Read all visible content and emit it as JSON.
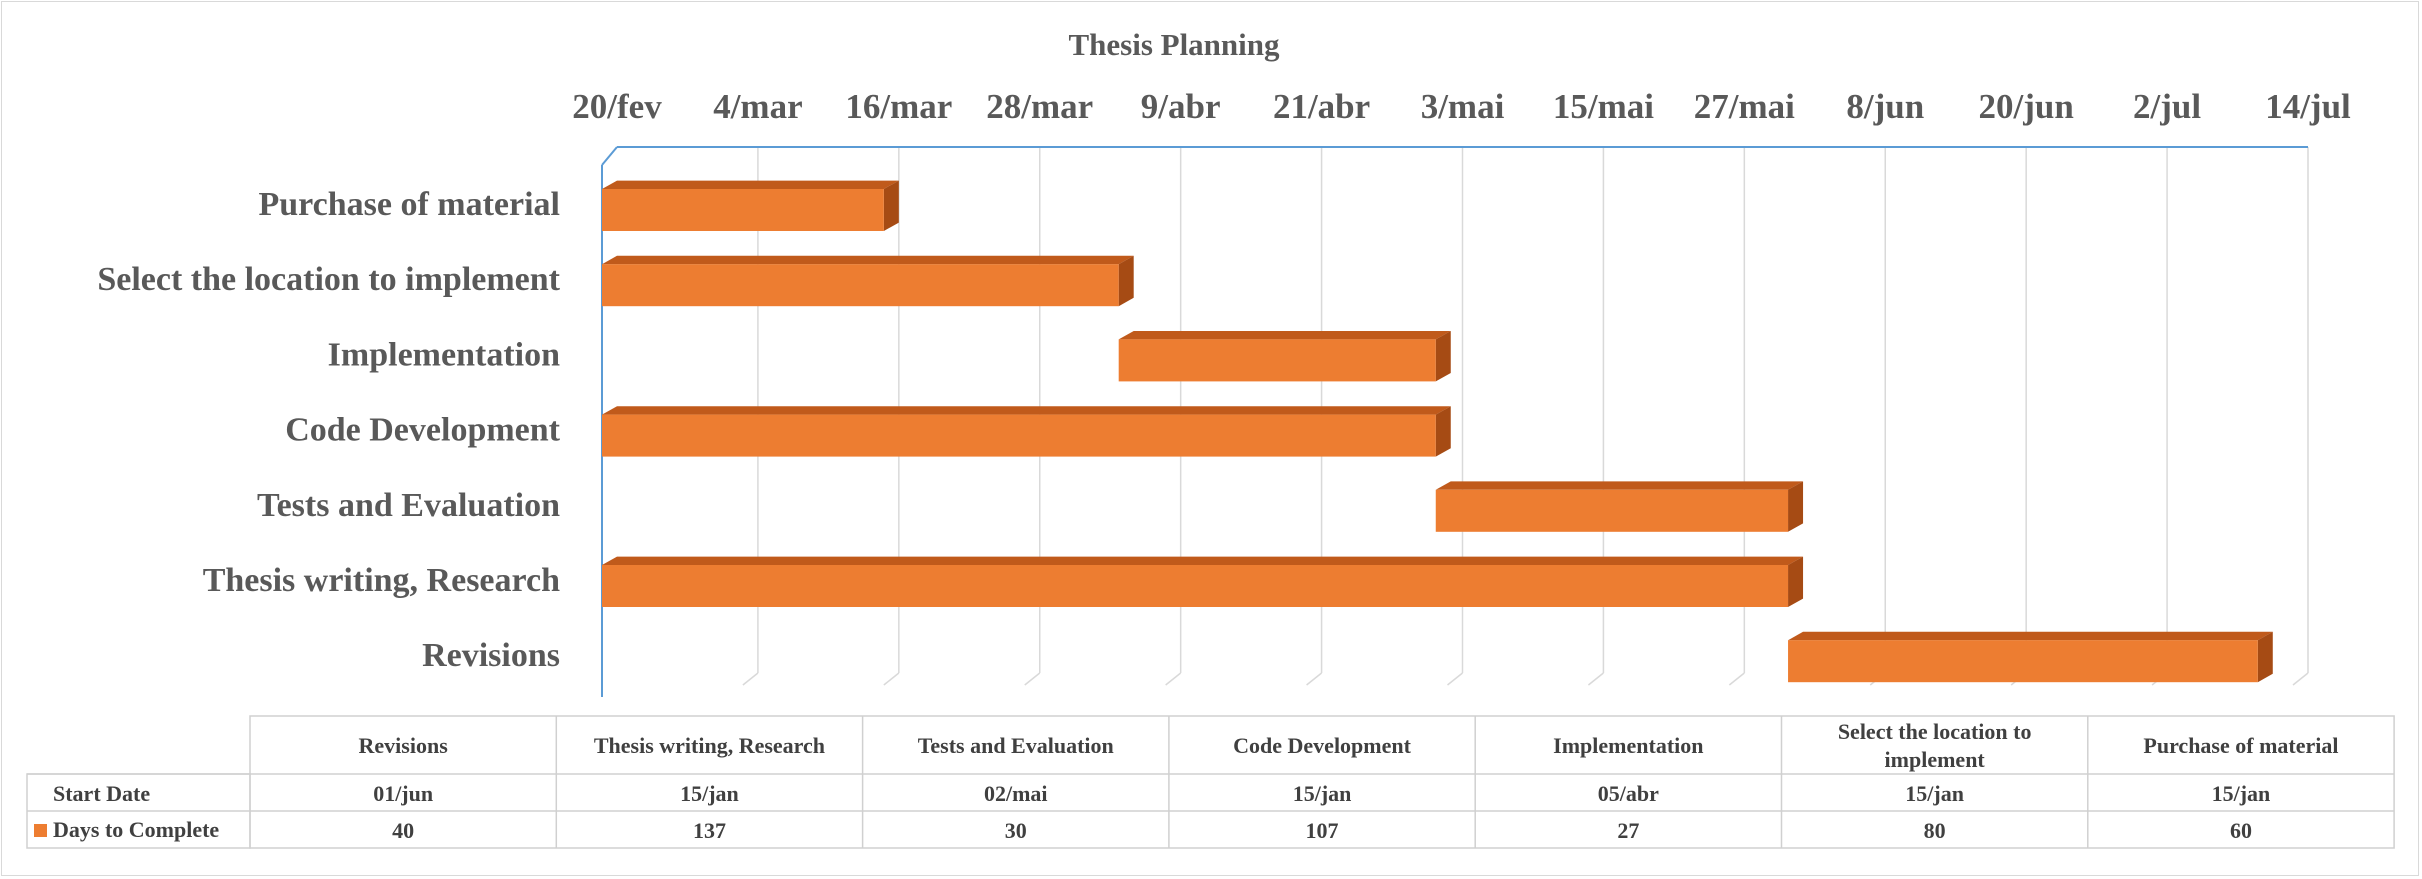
{
  "chart_data": {
    "type": "bar",
    "orientation": "horizontal",
    "style": "3d-stacked-gantt",
    "title": "Thesis Planning",
    "xaxis_position": "top",
    "x_ticks": [
      "20/fev",
      "4/mar",
      "16/mar",
      "28/mar",
      "9/abr",
      "21/abr",
      "3/mai",
      "15/mai",
      "27/mai",
      "8/jun",
      "20/jun",
      "2/jul",
      "14/jul"
    ],
    "xlim": [
      "20/fev",
      "14/jul"
    ],
    "categories": [
      "Revisions",
      "Thesis writing, Research",
      "Tests and Evaluation",
      "Code Development",
      "Implementation",
      "Select the location to implement",
      "Purchase of material"
    ],
    "series": [
      {
        "name": "Start Date",
        "values": [
          "01/jun",
          "15/jan",
          "02/mai",
          "15/jan",
          "05/abr",
          "15/jan",
          "15/jan"
        ],
        "visible": false
      },
      {
        "name": "Days to Complete",
        "values": [
          40,
          137,
          30,
          107,
          27,
          80,
          60
        ],
        "color": "#ED7D31"
      }
    ],
    "grid": true,
    "legend": "data-table"
  },
  "colors": {
    "bar_front": "#ED7D31",
    "bar_top": "#C05A1B",
    "bar_side": "#A64B14",
    "grid": "#d9d9d9",
    "axis": "#5b9bd5",
    "text": "#595959"
  }
}
